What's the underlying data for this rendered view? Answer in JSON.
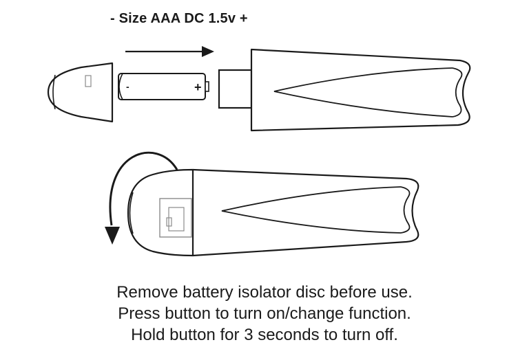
{
  "header": {
    "battery_spec": "- Size AAA DC 1.5v +"
  },
  "battery": {
    "negative_mark": "-",
    "positive_mark": "+"
  },
  "instructions": [
    "Remove battery isolator disc before use.",
    "Press button to turn on/change function.",
    "Hold button for 3 seconds to turn off."
  ],
  "colors": {
    "ink": "#1a1a1a",
    "panel_gray": "#8a8a8a",
    "background": "#ffffff"
  }
}
